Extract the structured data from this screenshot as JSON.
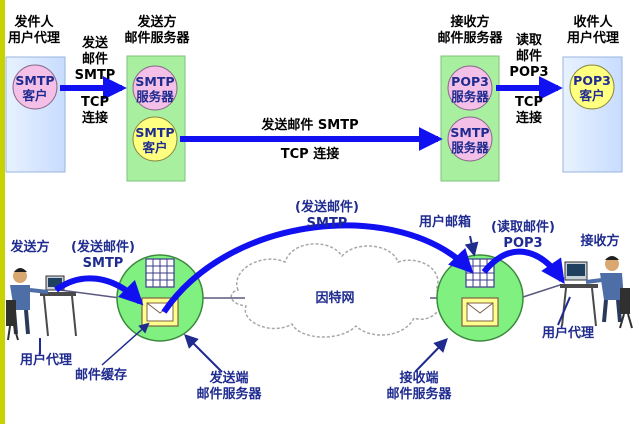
{
  "top": {
    "sender_agent_title": "发件人\n用户代理",
    "sender_server_title": "发送方\n邮件服务器",
    "receiver_server_title": "接收方\n邮件服务器",
    "recipient_agent_title": "收件人\n用户代理",
    "nodes": {
      "smtp_client_1": "SMTP\n客户",
      "smtp_server": "SMTP\n服务器",
      "smtp_client_2": "SMTP\n客户",
      "pop3_server": "POP3\n服务器",
      "smtp_server_2": "SMTP\n服务器",
      "pop3_client": "POP3\n客户"
    },
    "send_mail_label": "发送\n邮件\nSMTP",
    "tcp_conn_label_1": "TCP\n连接",
    "send_mail_smtp_label": "发送邮件 SMTP",
    "tcp_conn_label_2": "TCP 连接",
    "read_mail_label": "读取\n邮件\nPOP3",
    "tcp_conn_label_3": "TCP\n连接"
  },
  "bottom": {
    "sender_label": "发送方",
    "send_mail_paren_left": "(发送邮件)\nSMTP",
    "send_mail_paren_top": "(发送邮件)\nSMTP",
    "mailbox_label": "用户邮箱",
    "read_mail_paren": "(读取邮件)\nPOP3",
    "receiver_label": "接收方",
    "internet_label": "因特网",
    "user_agent_left": "用户代理",
    "mail_cache_label": "邮件缓存",
    "sender_server_label": "发送端\n邮件服务器",
    "receiver_server_label": "接收端\n邮件服务器",
    "user_agent_right": "用户代理"
  },
  "colors": {
    "accent_bar": "#c8d200",
    "agent_box": "#dcecff",
    "server_box": "#a8f0a0",
    "node_pink": "#f4c0e8",
    "node_yellow": "#ffff80",
    "arrow_blue": "#1010f0",
    "server_circle": "#80f080",
    "text_navy": "#1f2b8f"
  }
}
